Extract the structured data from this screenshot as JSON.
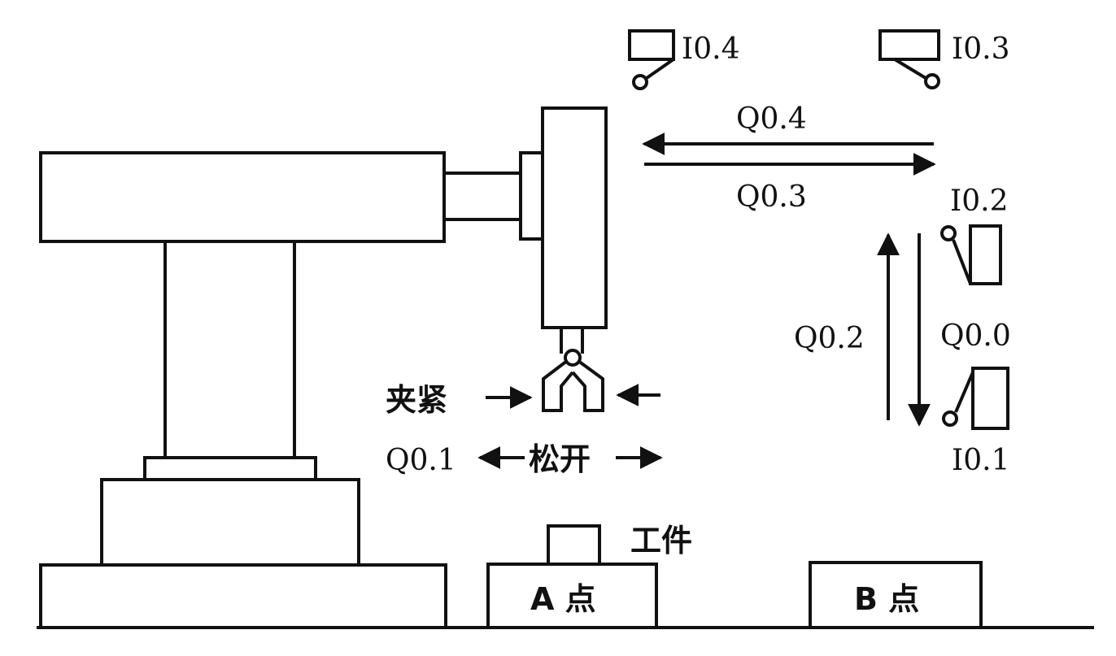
{
  "labels": {
    "limit_left_top": "I0.4",
    "limit_right_top": "I0.3",
    "limit_upper": "I0.2",
    "limit_lower": "I0.1",
    "move_left": "Q0.4",
    "move_right": "Q0.3",
    "move_up": "Q0.2",
    "move_down": "Q0.0",
    "clamp": "夹紧",
    "release_output": "Q0.1",
    "release": "松开",
    "workpiece": "工件",
    "point_a": "A 点",
    "point_b": "B 点"
  },
  "colors": {
    "ink": "#111111",
    "background": "#ffffff"
  }
}
